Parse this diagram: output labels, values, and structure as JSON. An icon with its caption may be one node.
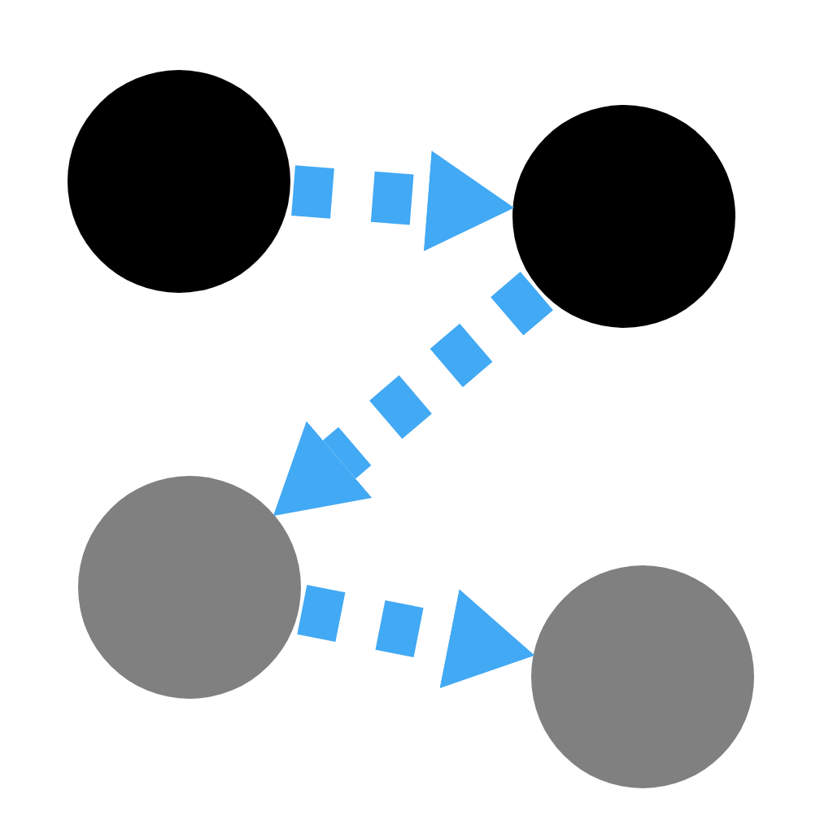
{
  "diagram": {
    "nodes": [
      {
        "text": [],
        "shape": "circle"
      },
      {
        "text": [],
        "shape": "circle"
      },
      {
        "text": [],
        "shape": "circle"
      },
      {
        "text": [],
        "shape": "circle"
      }
    ],
    "edges": [
      {
        "from": 0,
        "to": 1,
        "arrow": "to",
        "style": "dashed",
        "color": "#42a9f4"
      },
      {
        "from": 1,
        "to": 2,
        "arrow": "to",
        "style": "dashed",
        "color": "#42a9f4"
      },
      {
        "from": 2,
        "to": 3,
        "arrow": "to",
        "style": "dashed",
        "color": "#42a9f4"
      }
    ]
  }
}
